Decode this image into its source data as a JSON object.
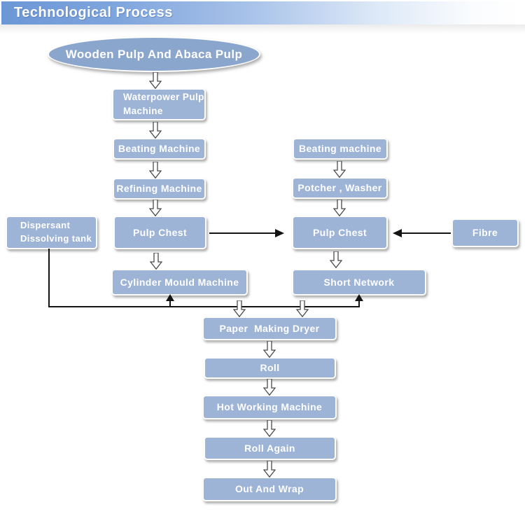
{
  "header": {
    "title": "Technological Process"
  },
  "colors": {
    "banner_blue": "#6b97d6",
    "box_fill": "#9db4d7",
    "ellipse_fill": "#8ba6cd",
    "node_text": "#ffffff",
    "connector_line": "#141414"
  },
  "nodes": {
    "start": {
      "label": "Wooden Pulp And Abaca Pulp"
    },
    "waterpower": {
      "label": "Waterpower Pulp\nMachine"
    },
    "beating_left": {
      "label": "Beating Machine"
    },
    "refining": {
      "label": "Refining Machine"
    },
    "pulp_chest_left": {
      "label": "Pulp Chest"
    },
    "cylinder_mould": {
      "label": "Cylinder Mould Machine"
    },
    "dispersant": {
      "label": "Dispersant\nDissolving tank"
    },
    "beating_right": {
      "label": "Beating machine"
    },
    "potcher": {
      "label": "Potcher , Washer"
    },
    "pulp_chest_right": {
      "label": "Pulp Chest"
    },
    "fibre": {
      "label": "Fibre"
    },
    "short_network": {
      "label": "Short Network"
    },
    "paper_dryer": {
      "label": "Paper  Making Dryer"
    },
    "roll": {
      "label": "Roll"
    },
    "hot_working": {
      "label": "Hot Working Machine"
    },
    "roll_again": {
      "label": "Roll Again"
    },
    "out_wrap": {
      "label": "Out And Wrap"
    }
  }
}
